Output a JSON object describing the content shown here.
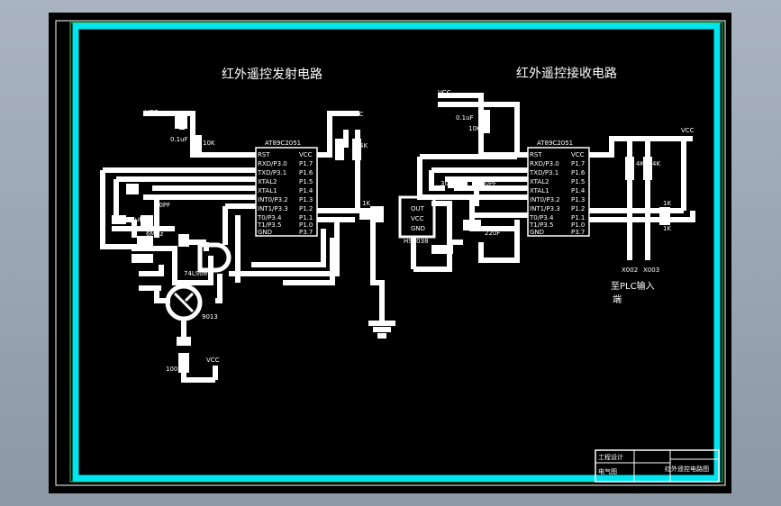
{
  "titles": {
    "transmitter": "红外遥控发射电路",
    "receiver": "红外遥控接收电路"
  },
  "labels": {
    "vcc": "VCC",
    "cap_01uf": "0.1uF",
    "res_10k": "10K",
    "res_4k": "4K",
    "res_1k": "1K",
    "cap_30pf": "30PF",
    "cap_22uf": "22uF",
    "ic_74ls08": "74LS08",
    "transistor_9013": "9013",
    "res_100": "100",
    "chip": "AT89C2051",
    "x002": "X002",
    "x003": "X003",
    "plc_input_line1": "至PLC输入",
    "plc_input_line2": "端",
    "out": "OUT",
    "gnd": "GND",
    "receiver_part": "HS0038",
    "crystal": "6MHz"
  },
  "chip_pins_left": [
    "RST",
    "RXD/P3.0",
    "TXD/P3.1",
    "XTAL2",
    "XTAL1",
    "INT0/P3.2",
    "INT1/P3.3",
    "T0/P3.4",
    "T1/P3.5",
    "GND"
  ],
  "chip_pins_right": [
    "VCC",
    "P1.7",
    "P1.6",
    "P1.5",
    "P1.4",
    "P1.3",
    "P1.2",
    "P1.1",
    "P1.0",
    "P3.7"
  ],
  "title_block": {
    "row1": "工程设计",
    "row2": "电气图",
    "name": "红外遥控电路图"
  },
  "colors": {
    "border": "#00e5ee",
    "line": "#ffffff",
    "background": "#000000"
  }
}
